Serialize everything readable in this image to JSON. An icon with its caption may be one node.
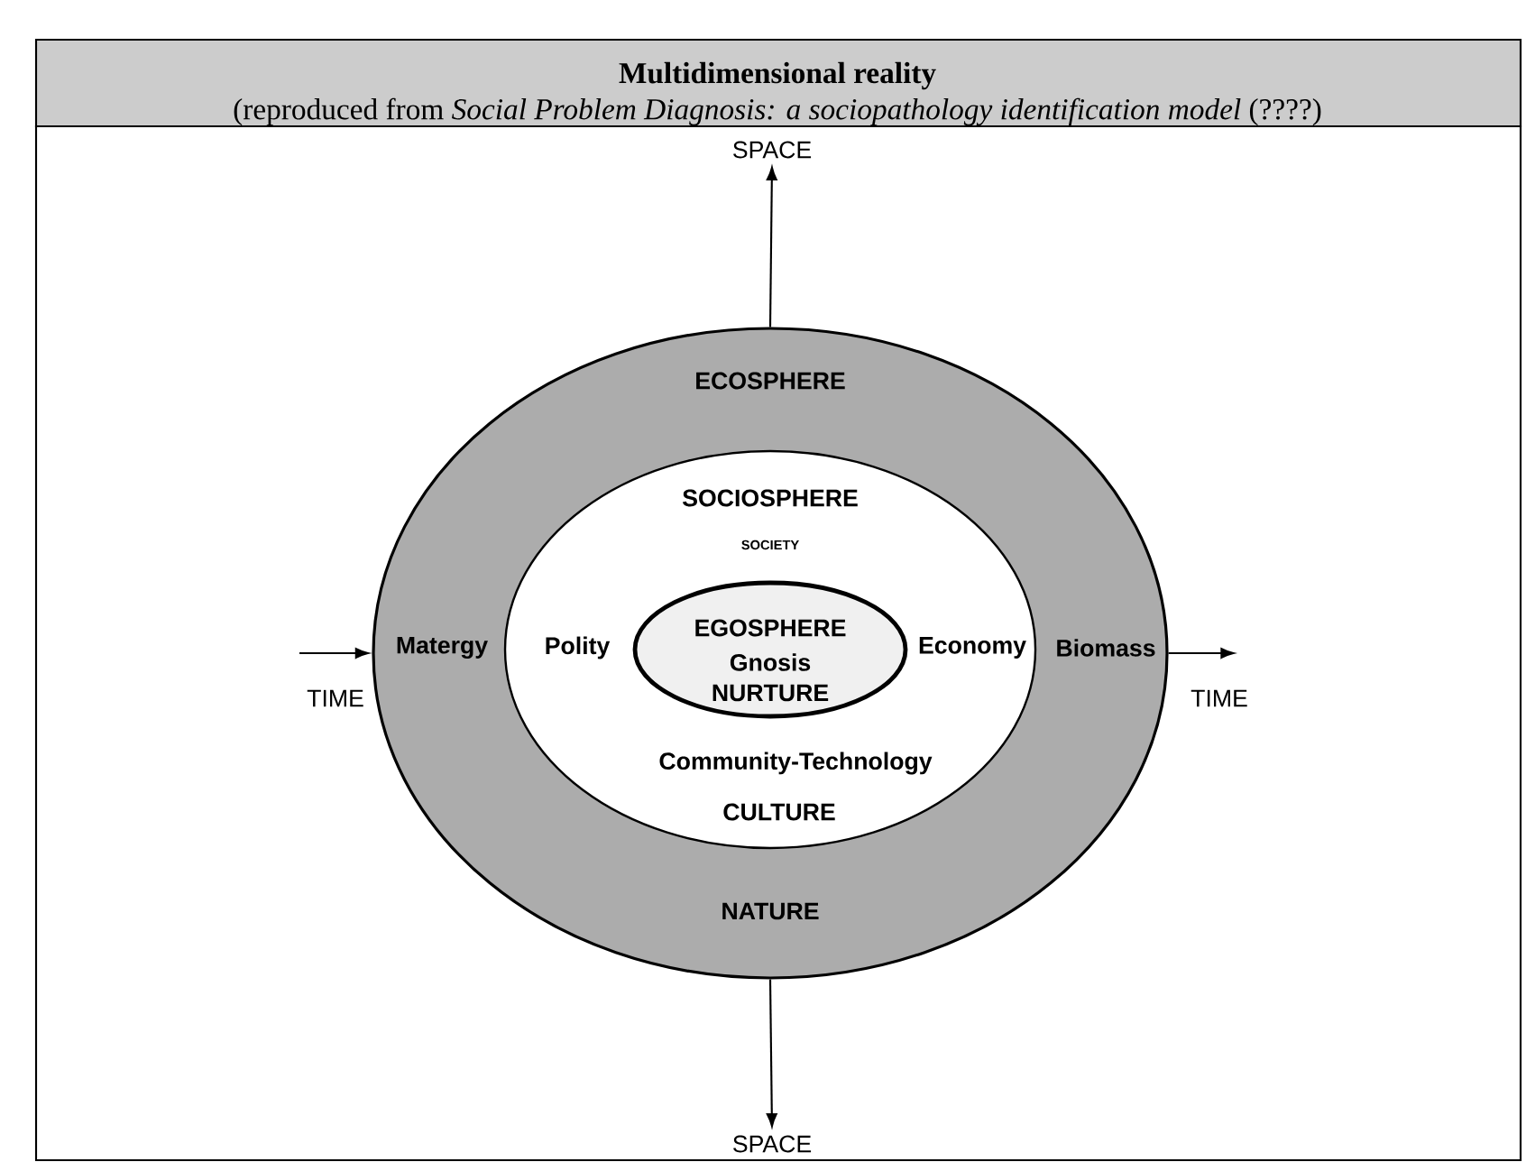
{
  "diagram": {
    "title": "Multidimensional reality",
    "caption": "(reproduced from *Social Problem Diagnosis: a sociopathology identification model* (????)",
    "nodes": [
      {
        "text": [
          "ECOSPHERE",
          "Matergy",
          "Biomass",
          "NATURE"
        ]
      },
      {
        "text": [
          "SOCIOSPHERE",
          "SOCIETY",
          "Polity",
          "Economy",
          "Community-Technology",
          "CULTURE"
        ],
        "in": 0
      },
      {
        "text": [
          "EGOSPHERE",
          "Gnosis",
          "NURTURE"
        ],
        "in": 1
      },
      {
        "text": [
          "SPACE"
        ]
      },
      {
        "text": [
          "SPACE"
        ]
      }
    ],
    "edges": [
      {
        "from": 0,
        "to": 3,
        "arrow": "to"
      },
      {
        "from": 0,
        "to": 4,
        "arrow": "to"
      },
      {
        "from": null,
        "to": 0,
        "arrow": "to"
      },
      {
        "from": 0,
        "to": null,
        "arrow": "to"
      }
    ],
    "labels": [
      "TIME",
      "TIME"
    ]
  }
}
